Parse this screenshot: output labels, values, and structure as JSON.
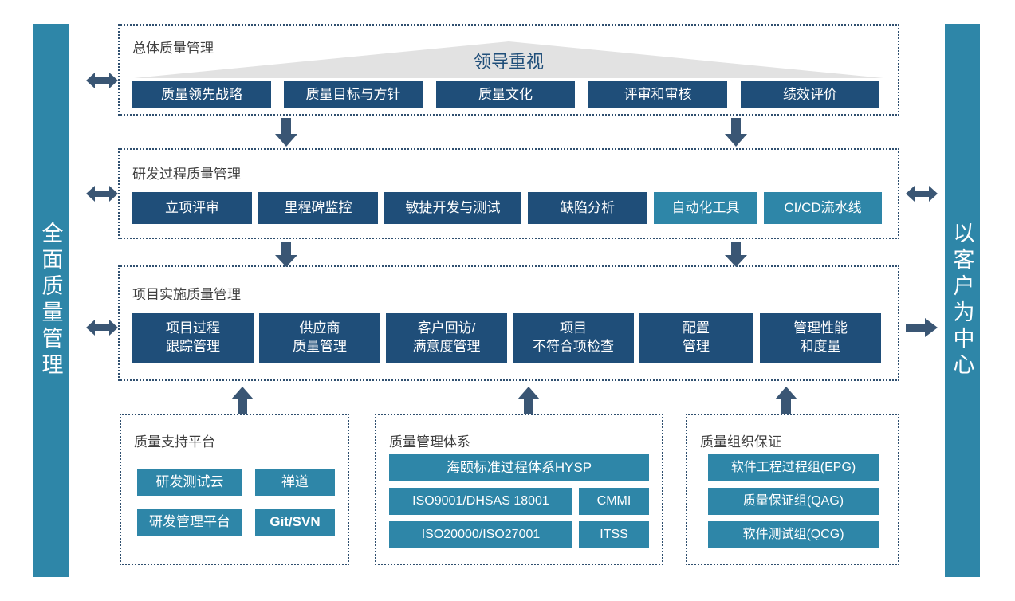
{
  "pillars": {
    "left": {
      "label": "全面质量管理"
    },
    "right": {
      "label": "以客户为中心"
    }
  },
  "colors": {
    "navy": "#1F4E79",
    "teal": "#2E86A8",
    "arrow": "#3A5674",
    "triangle": "#E2E2E2",
    "panel_border": "#2F4F6F",
    "panel_title": "#404040",
    "leader_text": "#1F4E79"
  },
  "sections": {
    "overall": {
      "title": "总体质量管理",
      "banner": {
        "label": "领导重视"
      },
      "boxes": [
        {
          "label": "质量领先战略",
          "style": "navy"
        },
        {
          "label": "质量目标与方针",
          "style": "navy"
        },
        {
          "label": "质量文化",
          "style": "navy"
        },
        {
          "label": "评审和审核",
          "style": "navy"
        },
        {
          "label": "绩效评价",
          "style": "navy"
        }
      ]
    },
    "rnd": {
      "title": "研发过程质量管理",
      "boxes": [
        {
          "label": "立项评审",
          "style": "navy"
        },
        {
          "label": "里程碑监控",
          "style": "navy"
        },
        {
          "label": "敏捷开发与测试",
          "style": "navy"
        },
        {
          "label": "缺陷分析",
          "style": "navy"
        },
        {
          "label": "自动化工具",
          "style": "teal"
        },
        {
          "label": "CI/CD流水线",
          "style": "teal"
        }
      ]
    },
    "project": {
      "title": "项目实施质量管理",
      "boxes": [
        {
          "line1": "项目过程",
          "line2": "跟踪管理",
          "style": "navy"
        },
        {
          "line1": "供应商",
          "line2": "质量管理",
          "style": "navy"
        },
        {
          "line1": "客户回访/",
          "line2": "满意度管理",
          "style": "navy"
        },
        {
          "line1": "项目",
          "line2": "不符合项检查",
          "style": "navy"
        },
        {
          "line1": "配置",
          "line2": "管理",
          "style": "navy"
        },
        {
          "line1": "管理性能",
          "line2": "和度量",
          "style": "navy"
        }
      ]
    },
    "support_platform": {
      "title": "质量支持平台",
      "boxes": [
        {
          "label": "研发测试云",
          "style": "teal"
        },
        {
          "label": "禅道",
          "style": "teal"
        },
        {
          "label": "研发管理平台",
          "style": "teal"
        },
        {
          "label": "Git/SVN",
          "style": "teal"
        }
      ]
    },
    "management_system": {
      "title": "质量管理体系",
      "boxes": [
        {
          "label": "海颐标准过程体系HYSP",
          "style": "teal"
        },
        {
          "label": "ISO9001/DHSAS 18001",
          "style": "teal"
        },
        {
          "label": "CMMI",
          "style": "teal"
        },
        {
          "label": "ISO20000/ISO27001",
          "style": "teal"
        },
        {
          "label": "ITSS",
          "style": "teal"
        }
      ]
    },
    "organization": {
      "title": "质量组织保证",
      "boxes": [
        {
          "label": "软件工程过程组(EPG)",
          "style": "teal"
        },
        {
          "label": "质量保证组(QAG)",
          "style": "teal"
        },
        {
          "label": "软件测试组(QCG)",
          "style": "teal"
        }
      ]
    }
  },
  "arrows": {
    "left_overall": "double-arrow-horizontal",
    "left_rnd": "double-arrow-horizontal",
    "left_project": "double-arrow-horizontal",
    "right_rnd": "double-arrow-horizontal",
    "right_project": "arrow-right",
    "overall_to_rnd_1": "arrow-down",
    "overall_to_rnd_2": "arrow-down",
    "rnd_to_project_1": "arrow-down",
    "rnd_to_project_2": "arrow-down",
    "support_to_project": "arrow-up",
    "system_to_project": "arrow-up",
    "org_to_project": "arrow-up"
  }
}
